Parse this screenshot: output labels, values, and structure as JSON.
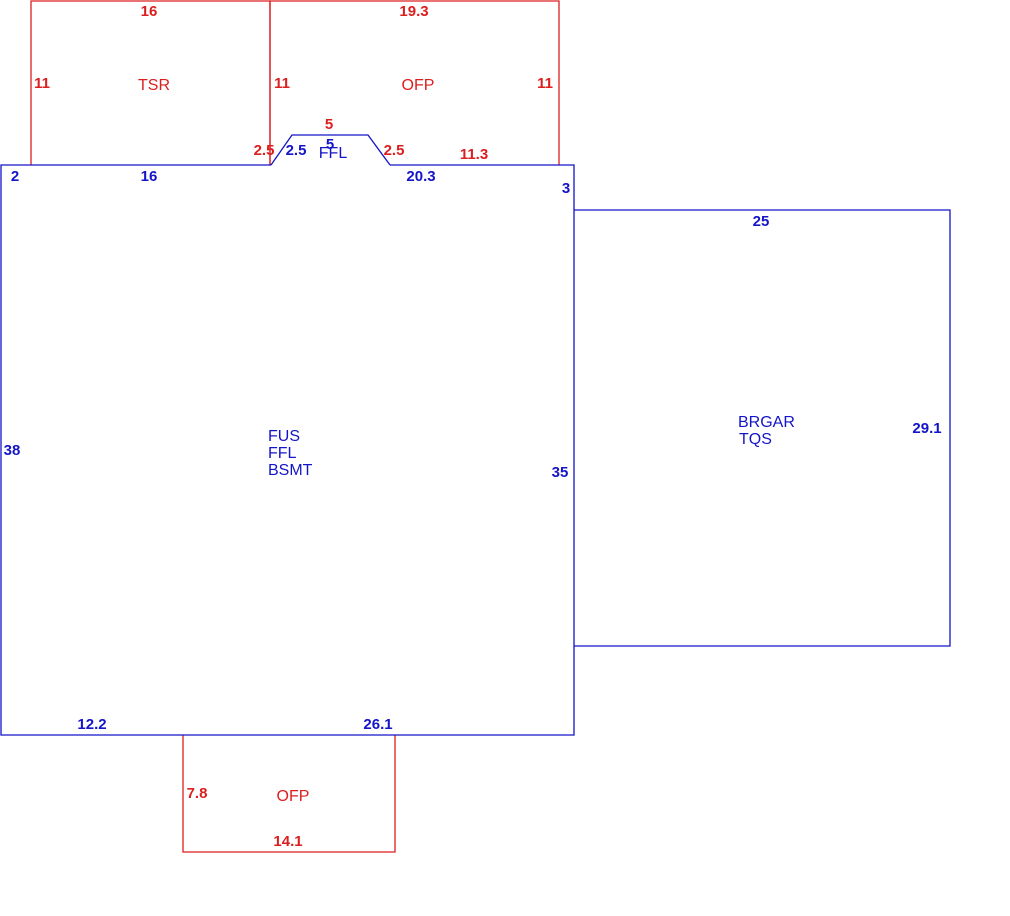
{
  "colors": {
    "main": "#1414c8",
    "secondary": "#dc1e1e"
  },
  "areas": {
    "tsr": {
      "labels": [
        "TSR"
      ],
      "dims": {
        "top": "16",
        "left": "11",
        "right": "11"
      }
    },
    "ofp_top": {
      "labels": [
        "OFP"
      ],
      "dims": {
        "top": "19.3",
        "right": "11",
        "bottom": "11.3",
        "left": "11"
      }
    },
    "ffl_bay": {
      "labels": [
        "FFL"
      ],
      "dims": {
        "top_outer": "5",
        "top_inner": "5",
        "left_outer": "2.5",
        "left_inner": "2.5",
        "right": "2.5"
      }
    },
    "main_house": {
      "labels": [
        "FUS",
        "FFL",
        "BSMT"
      ],
      "dims": {
        "corner": "2",
        "top": "16",
        "top_right": "20.3",
        "step": "3",
        "left": "38",
        "right": "35",
        "bottom_left": "12.2",
        "bottom_right": "26.1"
      }
    },
    "garage": {
      "labels": [
        "BRGAR",
        "TQS"
      ],
      "dims": {
        "top": "25",
        "right": "29.1"
      }
    },
    "ofp_bottom": {
      "labels": [
        "OFP"
      ],
      "dims": {
        "left": "7.8",
        "bottom": "14.1"
      }
    }
  }
}
